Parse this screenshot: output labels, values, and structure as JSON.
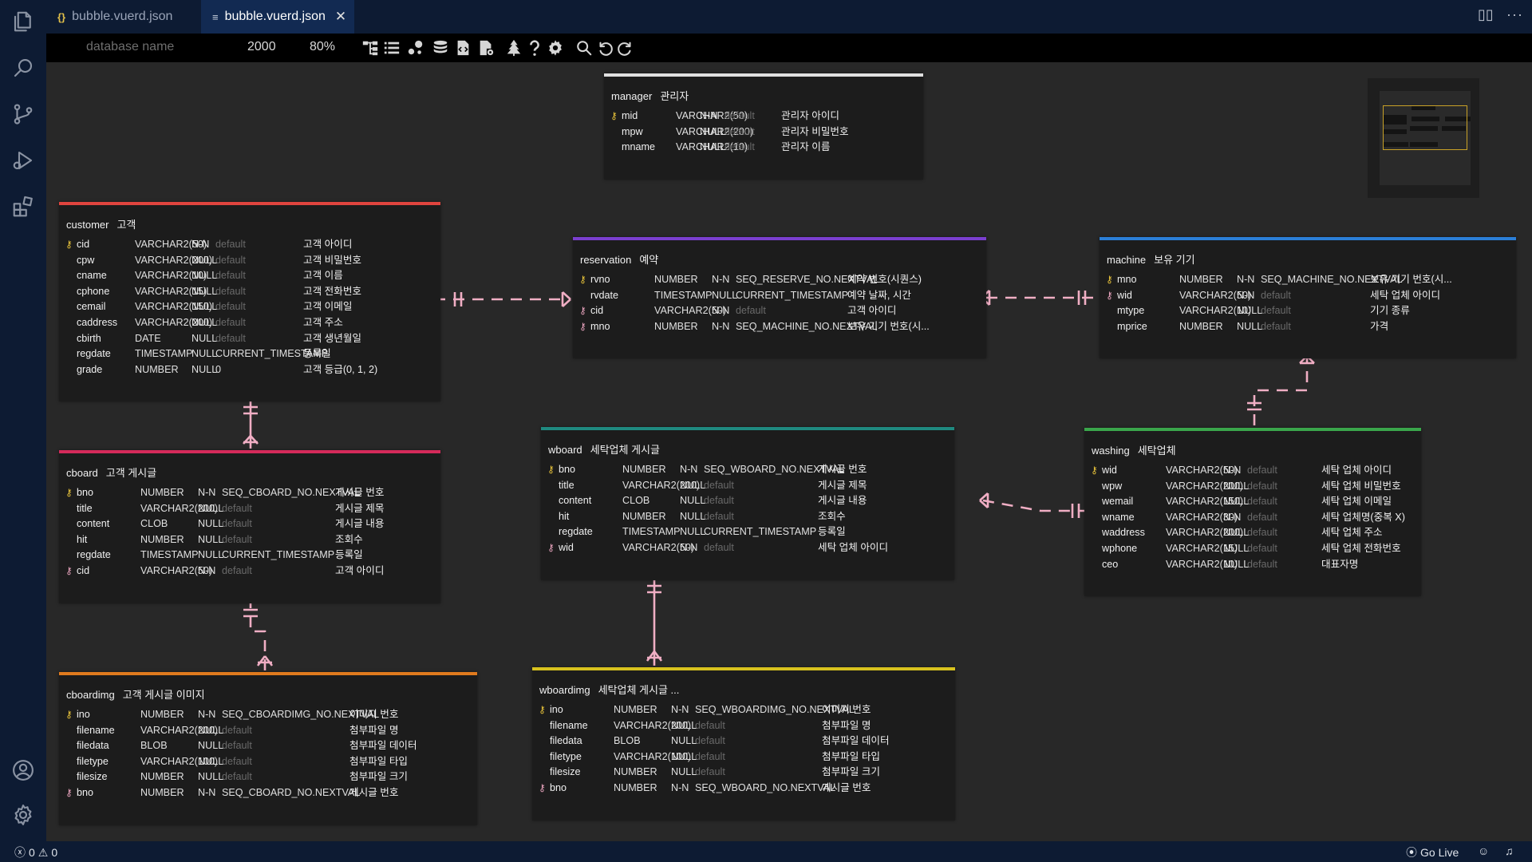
{
  "tabs": [
    {
      "icon": "{}",
      "label": "bubble.vuerd.json"
    },
    {
      "icon": "≡",
      "label": "bubble.vuerd.json"
    }
  ],
  "toolbar": {
    "db_name_placeholder": "database name",
    "width": "2000",
    "zoom": "80%"
  },
  "tables": [
    {
      "name": "manager",
      "comment": "관리자",
      "color": "#e0e0e0",
      "columns": [
        {
          "key": "pk",
          "name": "mid",
          "type": "VARCHAR2(50)",
          "null": "N-N",
          "default": "default",
          "default_placeholder": true,
          "comment": "관리자 아이디"
        },
        {
          "key": "",
          "name": "mpw",
          "type": "VARCHAR2(200)",
          "null": "NULL",
          "default": "default",
          "default_placeholder": true,
          "comment": "관리자 비밀번호"
        },
        {
          "key": "",
          "name": "mname",
          "type": "VARCHAR2(10)",
          "null": "NULL",
          "default": "default",
          "default_placeholder": true,
          "comment": "관리자 이름"
        }
      ]
    },
    {
      "name": "customer",
      "comment": "고객",
      "color": "#e0443e",
      "columns": [
        {
          "key": "pk",
          "name": "cid",
          "type": "VARCHAR2(50)",
          "null": "N-N",
          "default": "default",
          "default_placeholder": true,
          "comment": "고객 아이디"
        },
        {
          "key": "",
          "name": "cpw",
          "type": "VARCHAR2(200)",
          "null": "NULL",
          "default": "default",
          "default_placeholder": true,
          "comment": "고객 비밀번호"
        },
        {
          "key": "",
          "name": "cname",
          "type": "VARCHAR2(10)",
          "null": "NULL",
          "default": "default",
          "default_placeholder": true,
          "comment": "고객 이름"
        },
        {
          "key": "",
          "name": "cphone",
          "type": "VARCHAR2(15)",
          "null": "NULL",
          "default": "default",
          "default_placeholder": true,
          "comment": "고객 전화번호"
        },
        {
          "key": "",
          "name": "cemail",
          "type": "VARCHAR2(150)",
          "null": "NULL",
          "default": "default",
          "default_placeholder": true,
          "comment": "고객 이메일"
        },
        {
          "key": "",
          "name": "caddress",
          "type": "VARCHAR2(200)",
          "null": "NULL",
          "default": "default",
          "default_placeholder": true,
          "comment": "고객 주소"
        },
        {
          "key": "",
          "name": "cbirth",
          "type": "DATE",
          "null": "NULL",
          "default": "default",
          "default_placeholder": true,
          "comment": "고객 생년월일"
        },
        {
          "key": "",
          "name": "regdate",
          "type": "TIMESTAMP",
          "null": "NULL",
          "default": "CURRENT_TIMESTAMP",
          "default_placeholder": false,
          "comment": "등록일"
        },
        {
          "key": "",
          "name": "grade",
          "type": "NUMBER",
          "null": "NULL",
          "default": "0",
          "default_placeholder": false,
          "comment": "고객 등급(0, 1, 2)"
        }
      ]
    },
    {
      "name": "reservation",
      "comment": "예약",
      "color": "#7b3fd0",
      "columns": [
        {
          "key": "pk",
          "name": "rvno",
          "type": "NUMBER",
          "null": "N-N",
          "default": "SEQ_RESERVE_NO.NEXTVAL",
          "default_placeholder": false,
          "comment": "예약 번호(시퀀스)"
        },
        {
          "key": "",
          "name": "rvdate",
          "type": "TIMESTAMP",
          "null": "NULL",
          "default": "CURRENT_TIMESTAMP",
          "default_placeholder": false,
          "comment": "예약 날짜, 시간"
        },
        {
          "key": "fk",
          "name": "cid",
          "type": "VARCHAR2(50)",
          "null": "N-N",
          "default": "default",
          "default_placeholder": true,
          "comment": "고객 아이디"
        },
        {
          "key": "fk",
          "name": "mno",
          "type": "NUMBER",
          "null": "N-N",
          "default": "SEQ_MACHINE_NO.NEXTVAL",
          "default_placeholder": false,
          "comment": "보유 기기 번호(시..."
        }
      ]
    },
    {
      "name": "machine",
      "comment": "보유 기기",
      "color": "#2b7fd8",
      "columns": [
        {
          "key": "pk",
          "name": "mno",
          "type": "NUMBER",
          "null": "N-N",
          "default": "SEQ_MACHINE_NO.NEXTVAL",
          "default_placeholder": false,
          "comment": "보유 기기 번호(시..."
        },
        {
          "key": "pfk",
          "name": "wid",
          "type": "VARCHAR2(50)",
          "null": "N-N",
          "default": "default",
          "default_placeholder": true,
          "comment": "세탁 업체 아이디"
        },
        {
          "key": "",
          "name": "mtype",
          "type": "VARCHAR2(10)",
          "null": "NULL",
          "default": "default",
          "default_placeholder": true,
          "comment": "기기 종류"
        },
        {
          "key": "",
          "name": "mprice",
          "type": "NUMBER",
          "null": "NULL",
          "default": "default",
          "default_placeholder": true,
          "comment": "가격"
        }
      ]
    },
    {
      "name": "cboard",
      "comment": "고객 게시글",
      "color": "#d42a5a",
      "columns": [
        {
          "key": "pk",
          "name": "bno",
          "type": "NUMBER",
          "null": "N-N",
          "default": "SEQ_CBOARD_NO.NEXTVAL",
          "default_placeholder": false,
          "comment": "게시글 번호"
        },
        {
          "key": "",
          "name": "title",
          "type": "VARCHAR2(200)",
          "null": "NULL",
          "default": "default",
          "default_placeholder": true,
          "comment": "게시글 제목"
        },
        {
          "key": "",
          "name": "content",
          "type": "CLOB",
          "null": "NULL",
          "default": "default",
          "default_placeholder": true,
          "comment": "게시글 내용"
        },
        {
          "key": "",
          "name": "hit",
          "type": "NUMBER",
          "null": "NULL",
          "default": "default",
          "default_placeholder": true,
          "comment": "조회수"
        },
        {
          "key": "",
          "name": "regdate",
          "type": "TIMESTAMP",
          "null": "NULL",
          "default": "CURRENT_TIMESTAMP",
          "default_placeholder": false,
          "comment": "등록일"
        },
        {
          "key": "fk",
          "name": "cid",
          "type": "VARCHAR2(50)",
          "null": "N-N",
          "default": "default",
          "default_placeholder": true,
          "comment": "고객 아이디"
        }
      ]
    },
    {
      "name": "wboard",
      "comment": "세탁업체 게시글",
      "color": "#1f8a80",
      "columns": [
        {
          "key": "pk",
          "name": "bno",
          "type": "NUMBER",
          "null": "N-N",
          "default": "SEQ_WBOARD_NO.NEXTVAL",
          "default_placeholder": false,
          "comment": "게시글 번호"
        },
        {
          "key": "",
          "name": "title",
          "type": "VARCHAR2(200)",
          "null": "NULL",
          "default": "default",
          "default_placeholder": true,
          "comment": "게시글 제목"
        },
        {
          "key": "",
          "name": "content",
          "type": "CLOB",
          "null": "NULL",
          "default": "default",
          "default_placeholder": true,
          "comment": "게시글 내용"
        },
        {
          "key": "",
          "name": "hit",
          "type": "NUMBER",
          "null": "NULL",
          "default": "default",
          "default_placeholder": true,
          "comment": "조회수"
        },
        {
          "key": "",
          "name": "regdate",
          "type": "TIMESTAMP",
          "null": "NULL",
          "default": "CURRENT_TIMESTAMP",
          "default_placeholder": false,
          "comment": "등록일"
        },
        {
          "key": "fk",
          "name": "wid",
          "type": "VARCHAR2(50)",
          "null": "N-N",
          "default": "default",
          "default_placeholder": true,
          "comment": "세탁 업체 아이디"
        }
      ]
    },
    {
      "name": "washing",
      "comment": "세탁업체",
      "color": "#3aa64b",
      "columns": [
        {
          "key": "pk",
          "name": "wid",
          "type": "VARCHAR2(50)",
          "null": "N-N",
          "default": "default",
          "default_placeholder": true,
          "comment": "세탁 업체 아이디"
        },
        {
          "key": "",
          "name": "wpw",
          "type": "VARCHAR2(200)",
          "null": "NULL",
          "default": "default",
          "default_placeholder": true,
          "comment": "세탁 업체 비밀번호"
        },
        {
          "key": "",
          "name": "wemail",
          "type": "VARCHAR2(150)",
          "null": "NULL",
          "default": "default",
          "default_placeholder": true,
          "comment": "세탁 업체 이메일"
        },
        {
          "key": "",
          "name": "wname",
          "type": "VARCHAR2(30)",
          "null": "N-N",
          "default": "default",
          "default_placeholder": true,
          "comment": "세탁 업체명(중복 X)"
        },
        {
          "key": "",
          "name": "waddress",
          "type": "VARCHAR2(200)",
          "null": "NULL",
          "default": "default",
          "default_placeholder": true,
          "comment": "세탁 업체 주소"
        },
        {
          "key": "",
          "name": "wphone",
          "type": "VARCHAR2(15)",
          "null": "NULL",
          "default": "default",
          "default_placeholder": true,
          "comment": "세탁 업체 전화번호"
        },
        {
          "key": "",
          "name": "ceo",
          "type": "VARCHAR2(10)",
          "null": "NULL",
          "default": "default",
          "default_placeholder": true,
          "comment": "대표자명"
        }
      ]
    },
    {
      "name": "cboardimg",
      "comment": "고객 게시글 이미지",
      "color": "#e07a1e",
      "columns": [
        {
          "key": "pk",
          "name": "ino",
          "type": "NUMBER",
          "null": "N-N",
          "default": "SEQ_CBOARDIMG_NO.NEXTVAL",
          "default_placeholder": false,
          "comment": "이미지 번호"
        },
        {
          "key": "",
          "name": "filename",
          "type": "VARCHAR2(200)",
          "null": "NULL",
          "default": "default",
          "default_placeholder": true,
          "comment": "첨부파일 명"
        },
        {
          "key": "",
          "name": "filedata",
          "type": "BLOB",
          "null": "NULL",
          "default": "default",
          "default_placeholder": true,
          "comment": "첨부파일 데이터"
        },
        {
          "key": "",
          "name": "filetype",
          "type": "VARCHAR2(100)",
          "null": "NULL",
          "default": "default",
          "default_placeholder": true,
          "comment": "첨부파일 타입"
        },
        {
          "key": "",
          "name": "filesize",
          "type": "NUMBER",
          "null": "NULL",
          "default": "default",
          "default_placeholder": true,
          "comment": "첨부파일 크기"
        },
        {
          "key": "fk",
          "name": "bno",
          "type": "NUMBER",
          "null": "N-N",
          "default": "SEQ_CBOARD_NO.NEXTVAL",
          "default_placeholder": false,
          "comment": "게시글 번호"
        }
      ]
    },
    {
      "name": "wboardimg",
      "comment": "세탁업체 게시글 ...",
      "color": "#d8c21e",
      "columns": [
        {
          "key": "pk",
          "name": "ino",
          "type": "NUMBER",
          "null": "N-N",
          "default": "SEQ_WBOARDIMG_NO.NEXTVAL",
          "default_placeholder": false,
          "comment": "이미지 번호"
        },
        {
          "key": "",
          "name": "filename",
          "type": "VARCHAR2(200)",
          "null": "NULL",
          "default": "default",
          "default_placeholder": true,
          "comment": "첨부파일 명"
        },
        {
          "key": "",
          "name": "filedata",
          "type": "BLOB",
          "null": "NULL",
          "default": "default",
          "default_placeholder": true,
          "comment": "첨부파일 데이터"
        },
        {
          "key": "",
          "name": "filetype",
          "type": "VARCHAR2(100)",
          "null": "NULL",
          "default": "default",
          "default_placeholder": true,
          "comment": "첨부파일 타입"
        },
        {
          "key": "",
          "name": "filesize",
          "type": "NUMBER",
          "null": "NULL",
          "default": "default",
          "default_placeholder": true,
          "comment": "첨부파일 크기"
        },
        {
          "key": "fk",
          "name": "bno",
          "type": "NUMBER",
          "null": "N-N",
          "default": "SEQ_WBOARD_NO.NEXTVAL",
          "default_placeholder": false,
          "comment": "게시글 번호"
        }
      ]
    }
  ],
  "status": {
    "errors": "0",
    "warnings": "0",
    "go_live": "Go Live"
  }
}
